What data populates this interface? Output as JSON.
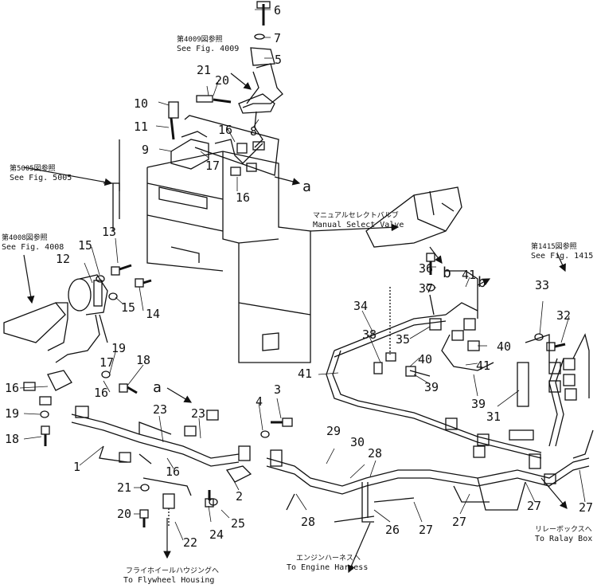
{
  "references": {
    "fig4009": {
      "jp": "第4009図参照",
      "en": "See Fig. 4009"
    },
    "fig5005": {
      "jp": "第5005図参照",
      "en": "See Fig. 5005"
    },
    "fig4008": {
      "jp": "第4008図参照",
      "en": "See Fig. 4008"
    },
    "fig1415": {
      "jp": "第1415図参照",
      "en": "See Fig. 1415"
    }
  },
  "callouts": {
    "manual_valve": {
      "jp": "マニュアルセレクトバルブ",
      "en": "Manual  Select  Valve"
    },
    "engine_harness": {
      "jp": "エンジンハーネスへ",
      "en": "To Engine Harness"
    },
    "flywheel": {
      "jp": "フライホイールハウジングへ",
      "en": "To  Flywheel  Housing"
    },
    "relay_box": {
      "jp": "リレーボックスへ",
      "en": "To  Ralay  Box"
    }
  },
  "connection_letters": {
    "a": "a",
    "b": "b"
  },
  "part_numbers": {
    "p1": "1",
    "p2": "2",
    "p3": "3",
    "p4": "4",
    "p5": "5",
    "p6": "6",
    "p7": "7",
    "p8": "8",
    "p9": "9",
    "p10": "10",
    "p11": "11",
    "p12": "12",
    "p13": "13",
    "p14": "14",
    "p15": "15",
    "p16": "16",
    "p17": "17",
    "p18": "18",
    "p19": "19",
    "p20": "20",
    "p21": "21",
    "p22": "22",
    "p23": "23",
    "p24": "24",
    "p25": "25",
    "p26": "26",
    "p27": "27",
    "p28": "28",
    "p29": "29",
    "p30": "30",
    "p31": "31",
    "p32": "32",
    "p33": "33",
    "p34": "34",
    "p35": "35",
    "p36": "36",
    "p37": "37",
    "p38": "38",
    "p39": "39",
    "p40": "40",
    "p41": "41"
  },
  "colors": {
    "ink": "#111111",
    "paper": "#ffffff"
  }
}
